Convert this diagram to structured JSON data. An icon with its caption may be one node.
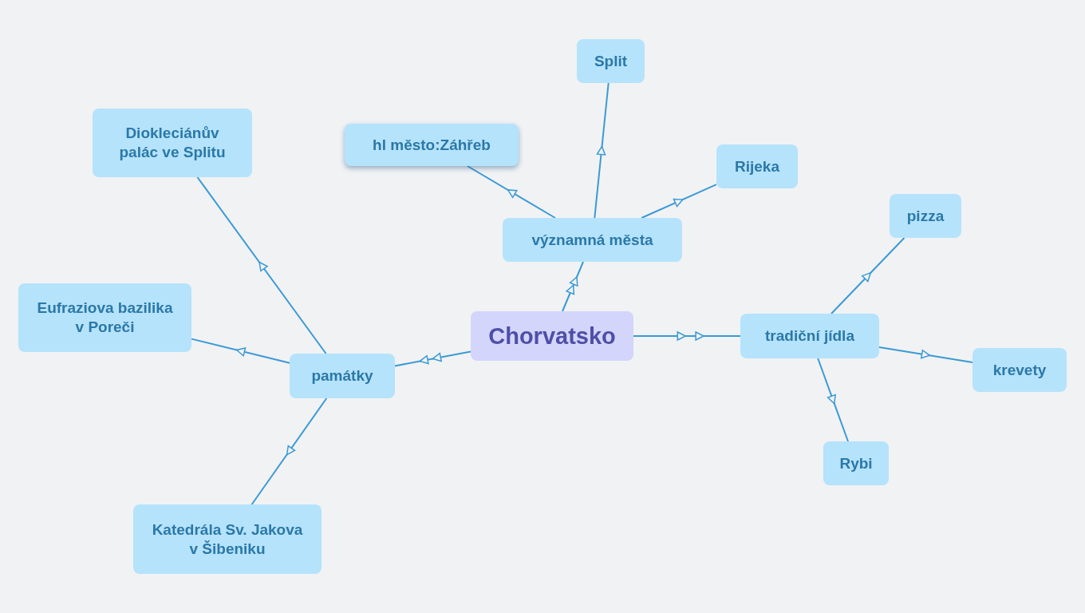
{
  "diagram": {
    "nodes": [
      {
        "text": [
          "Chorvatsko"
        ]
      },
      {
        "text": [
          "významná města"
        ]
      },
      {
        "text": [
          "hl město:Záhřeb"
        ]
      },
      {
        "text": [
          "Split"
        ]
      },
      {
        "text": [
          "Rijeka"
        ]
      },
      {
        "text": [
          "tradiční jídla"
        ]
      },
      {
        "text": [
          "pizza"
        ]
      },
      {
        "text": [
          "krevety"
        ]
      },
      {
        "text": [
          "Rybi"
        ]
      },
      {
        "text": [
          "památky"
        ]
      },
      {
        "text": [
          "Diokleciánův palác ve Splitu"
        ]
      },
      {
        "text": [
          "Eufraziova bazilika v Poreči"
        ]
      },
      {
        "text": [
          "Katedrála Sv. Jakova v Šibeniku"
        ]
      }
    ],
    "edges": [
      {
        "from": 0,
        "to": 1,
        "arrow": "to"
      },
      {
        "from": 0,
        "to": 5,
        "arrow": "to"
      },
      {
        "from": 0,
        "to": 9,
        "arrow": "to"
      },
      {
        "from": 1,
        "to": 2,
        "arrow": "to"
      },
      {
        "from": 1,
        "to": 3,
        "arrow": "to"
      },
      {
        "from": 1,
        "to": 4,
        "arrow": "to"
      },
      {
        "from": 5,
        "to": 6,
        "arrow": "to"
      },
      {
        "from": 5,
        "to": 7,
        "arrow": "to"
      },
      {
        "from": 5,
        "to": 8,
        "arrow": "to"
      },
      {
        "from": 9,
        "to": 10,
        "arrow": "to"
      },
      {
        "from": 9,
        "to": 11,
        "arrow": "to"
      },
      {
        "from": 9,
        "to": 12,
        "arrow": "to"
      }
    ]
  }
}
